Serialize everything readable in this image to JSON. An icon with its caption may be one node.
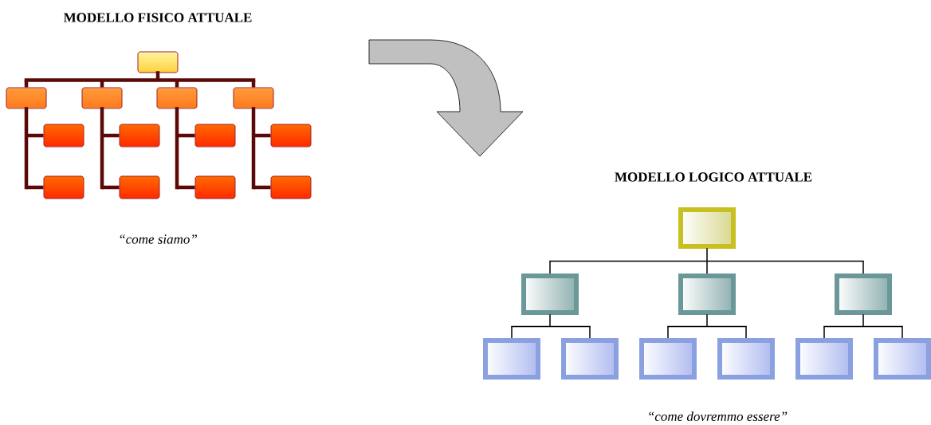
{
  "diagram": {
    "nodes": [
      {
        "text": [],
        "shape": "box"
      },
      {
        "text": [],
        "shape": "box"
      },
      {
        "text": [],
        "shape": "box"
      },
      {
        "text": [],
        "shape": "box"
      },
      {
        "text": [],
        "shape": "box"
      },
      {
        "text": [],
        "shape": "box"
      },
      {
        "text": [],
        "shape": "box"
      },
      {
        "text": [],
        "shape": "box"
      },
      {
        "text": [],
        "shape": "box"
      },
      {
        "text": [],
        "shape": "box"
      },
      {
        "text": [],
        "shape": "box"
      },
      {
        "text": [],
        "shape": "box"
      },
      {
        "text": [],
        "shape": "box"
      },
      {
        "text": [],
        "shape": "box"
      },
      {
        "text": [],
        "shape": "box"
      },
      {
        "text": [],
        "shape": "box"
      },
      {
        "text": [],
        "shape": "box"
      },
      {
        "text": [],
        "shape": "box"
      },
      {
        "text": [],
        "shape": "box"
      },
      {
        "text": [],
        "shape": "box"
      },
      {
        "text": [],
        "shape": "box"
      },
      {
        "text": [],
        "shape": "box"
      },
      {
        "text": [],
        "shape": "box"
      }
    ],
    "edges": [
      {
        "from": 0,
        "to": 1,
        "arrow": "none"
      },
      {
        "from": 0,
        "to": 2,
        "arrow": "none"
      },
      {
        "from": 0,
        "to": 3,
        "arrow": "none"
      },
      {
        "from": 0,
        "to": 4,
        "arrow": "none"
      },
      {
        "from": 1,
        "to": 5,
        "arrow": "none"
      },
      {
        "from": 1,
        "to": 6,
        "arrow": "none"
      },
      {
        "from": 2,
        "to": 7,
        "arrow": "none"
      },
      {
        "from": 2,
        "to": 8,
        "arrow": "none"
      },
      {
        "from": 3,
        "to": 9,
        "arrow": "none"
      },
      {
        "from": 3,
        "to": 10,
        "arrow": "none"
      },
      {
        "from": 4,
        "to": 11,
        "arrow": "none"
      },
      {
        "from": 4,
        "to": 12,
        "arrow": "none"
      },
      {
        "from": 13,
        "to": 14,
        "arrow": "none",
        "color": "#000000"
      },
      {
        "from": 13,
        "to": 15,
        "arrow": "none",
        "color": "#000000"
      },
      {
        "from": 13,
        "to": 16,
        "arrow": "none",
        "color": "#000000"
      },
      {
        "from": 14,
        "to": 17,
        "arrow": "none",
        "color": "#000000"
      },
      {
        "from": 14,
        "to": 18,
        "arrow": "none",
        "color": "#000000"
      },
      {
        "from": 15,
        "to": 19,
        "arrow": "none",
        "color": "#000000"
      },
      {
        "from": 15,
        "to": 20,
        "arrow": "none",
        "color": "#000000"
      },
      {
        "from": 16,
        "to": 21,
        "arrow": "none",
        "color": "#000000"
      },
      {
        "from": 16,
        "to": 22,
        "arrow": "none",
        "color": "#000000"
      }
    ],
    "labels": [
      "MODELLO FISICO ATTUALE",
      "“come siamo”",
      "MODELLO LOGICO ATTUALE",
      "“come dovremmo essere”"
    ]
  }
}
